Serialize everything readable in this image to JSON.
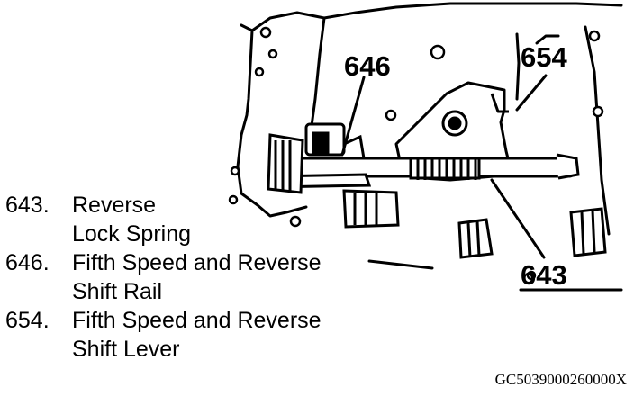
{
  "callouts": {
    "c646": "646",
    "c654": "654",
    "c643": "643"
  },
  "legend": [
    {
      "number": "643.",
      "description": "Reverse\nLock Spring"
    },
    {
      "number": "646.",
      "description": "Fifth Speed and Reverse\nShift Rail"
    },
    {
      "number": "654.",
      "description": "Fifth Speed and Reverse\nShift Lever"
    }
  ],
  "figure_id": "GC5039000260000X"
}
